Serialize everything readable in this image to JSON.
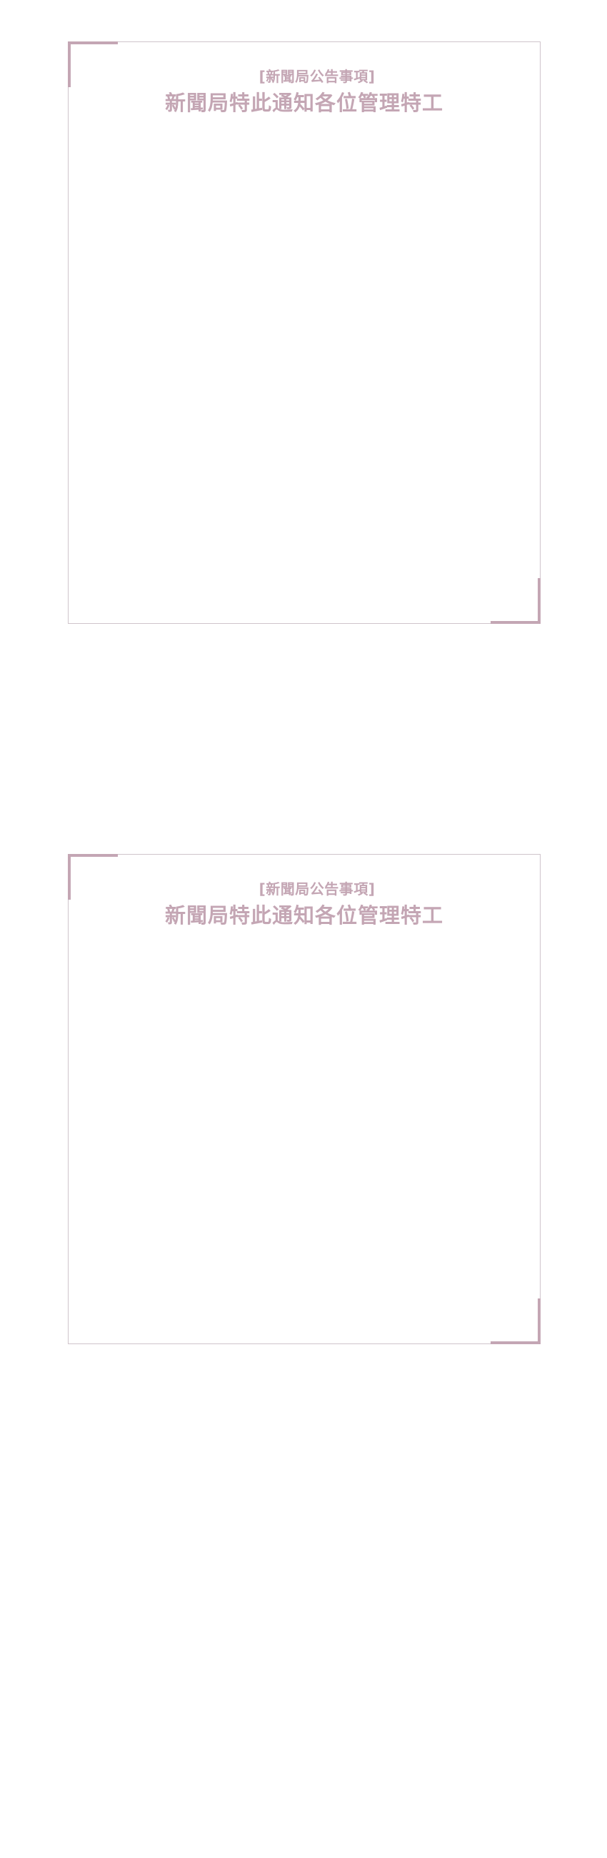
{
  "notices": [
    {
      "kicker": "[新聞局公告事項]",
      "title": "新聞局特此通知各位管理特工"
    },
    {
      "kicker": "[新聞局公告事項]",
      "title": "新聞局特此通知各位管理特工"
    }
  ],
  "colors": {
    "accent": "#c4a6b4",
    "border": "#cfc4cb",
    "background": "#ffffff"
  }
}
